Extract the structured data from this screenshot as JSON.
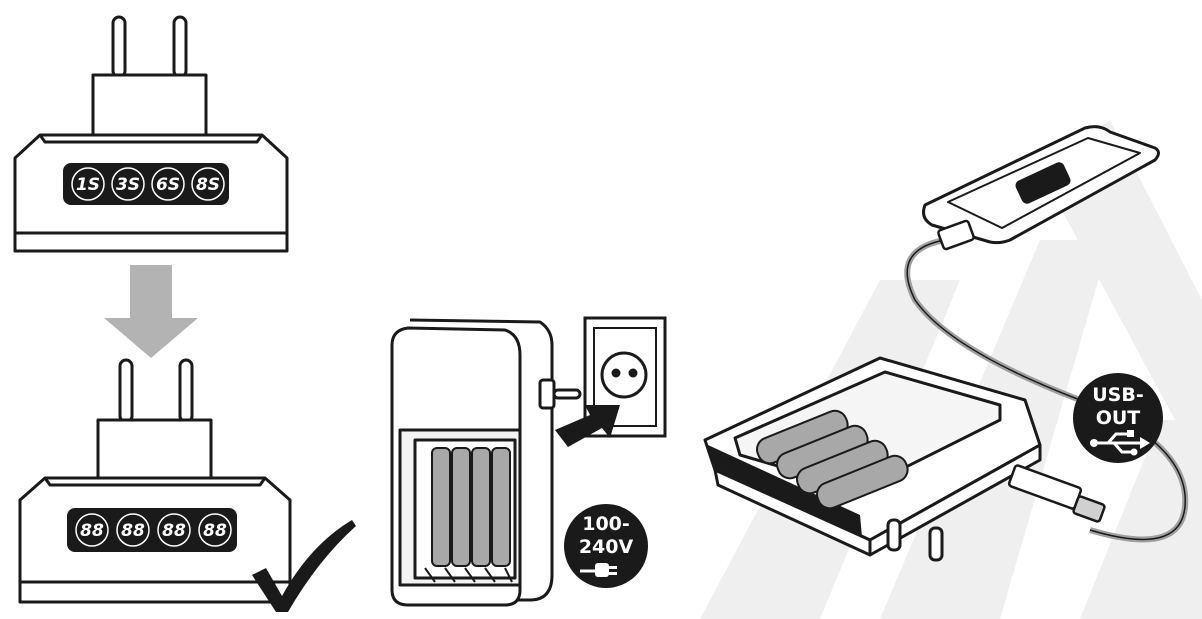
{
  "panel_1": {
    "before_display": [
      "1S",
      "3S",
      "6S",
      "8S"
    ],
    "after_display": [
      "88",
      "88",
      "88",
      "88"
    ]
  },
  "panel_2": {
    "voltage_badge": {
      "line1": "100-",
      "line2": "240V",
      "icon": "plug-icon"
    }
  },
  "panel_3": {
    "usb_badge": {
      "line1": "USB-",
      "line2": "OUT",
      "icon": "usb-icon"
    }
  },
  "colors": {
    "line": "#1a1a1a",
    "arrow_gray": "#b3b3b3",
    "watermark": "#efefef",
    "badge_fill": "#1a1a1a"
  }
}
